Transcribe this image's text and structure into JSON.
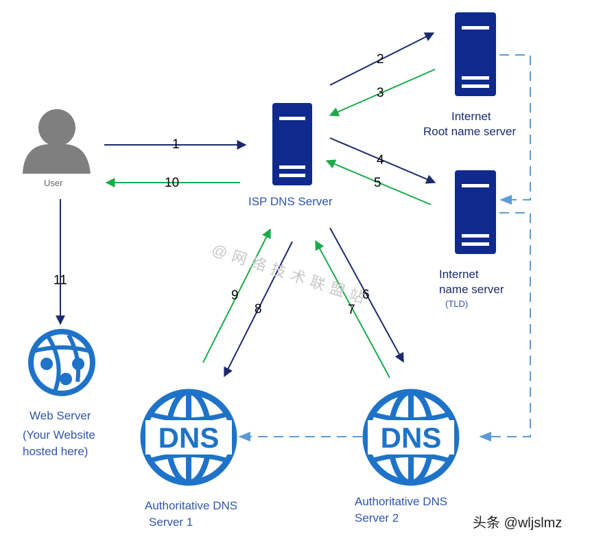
{
  "nodes": {
    "user": "User",
    "isp": "ISP DNS Server",
    "root_1": "Internet",
    "root_2": "Root name server",
    "tld_1": "Internet",
    "tld_2": "name server",
    "tld_3": "(TLD)",
    "web_1": "Web Server",
    "web_2": "(Your Website",
    "web_3": "hosted here)",
    "auth1_1": "Authoritative DNS",
    "auth1_2": "Server 1",
    "auth2_1": "Authoritative DNS",
    "auth2_2": "Server 2",
    "dns_text": "DNS"
  },
  "steps": [
    "1",
    "2",
    "3",
    "4",
    "5",
    "6",
    "7",
    "8",
    "9",
    "10",
    "11"
  ],
  "watermark": "@网络技术联盟站",
  "credit": "头条 @wljslmz",
  "colors": {
    "request": "#1a2a6c",
    "response": "#1aaa4a",
    "referral": "#5b9bd5",
    "server": "#0f2a8c",
    "dns_icon": "#1e73c8",
    "user": "#7f7f7f"
  }
}
